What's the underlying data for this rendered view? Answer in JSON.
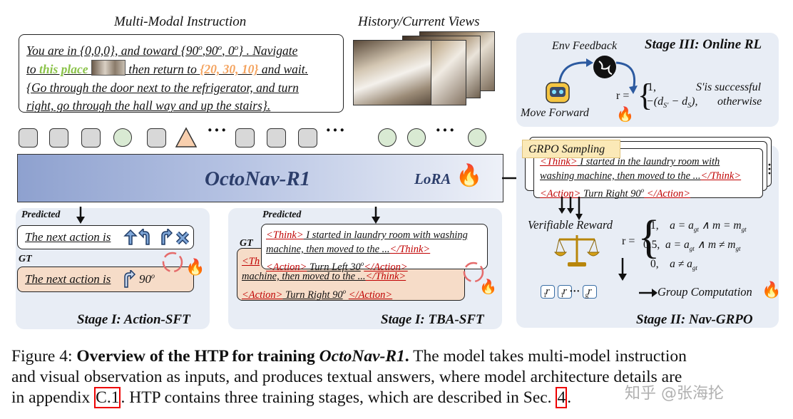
{
  "labels": {
    "multimodal_instruction": "Multi-Modal Instruction",
    "history_views": "History/Current Views"
  },
  "instruction": {
    "l1": "You are in {0,0,0}, and toward {90",
    "l1b": "o",
    "l1c": ",90",
    "l1d": "o",
    "l1e": ", 0",
    "l1f": "o",
    "l1g": "} . Navigate",
    "l2a": "to ",
    "l2b": "this place",
    "l2c": " then return to ",
    "l2d": "{20, 30, 10}",
    "l2e": " and wait.",
    "l3": "{Go through the door next to the refrigerator, and turn",
    "l4": "right, go through the hall way and up the stairs}."
  },
  "model": {
    "name": "OctoNav-R1",
    "lora": "LoRA"
  },
  "stage3": {
    "title": "Stage III: Online RL",
    "env_feedback": "Env Feedback",
    "move_forward": "Move Forward",
    "r_eq": "r =",
    "case1_val": "1,",
    "case1_cond": "S′is successful",
    "case2_val": "−(d",
    "case2_cond": "otherwise"
  },
  "stage2": {
    "title": "Stage II: Nav-GRPO",
    "grpo_sampling": "GRPO Sampling",
    "think_open": "<Think>",
    "think_text": " I started in the laundry room with",
    "think_text2": "washing machine, then moved to the ...",
    "think_close": "</Think>",
    "action_open": "<Action>",
    "action_text": " Turn Right 90",
    "action_close": " </Action>",
    "verifiable_reward": "Verifiable Reward",
    "r_eq": "r =",
    "c1_val": "1,",
    "c1_cond": "a = a",
    "c2_val": "0.5,",
    "c3_val": "0,",
    "r1": "r",
    "rg": "r",
    "group_computation": "Group Computation"
  },
  "stage1a": {
    "title": "Stage I: Action-SFT",
    "predicted": "Predicted",
    "gt": "GT",
    "next_action": "The next action is",
    "deg": "90"
  },
  "stage1b": {
    "title": "Stage I: TBA-SFT",
    "predicted": "Predicted",
    "gt": "GT",
    "pred_think_open": "<Think>",
    "pred_think_text": " I started in laundry room with washing",
    "pred_think_text2": "machine, then moved to the ...",
    "think_close": "</Think>",
    "pred_action_open": "<Action>",
    "pred_action_text": " Turn Left 30",
    "action_close": "</Action>",
    "gt_line2": "machine, then moved to the ...",
    "gt_action_text": " Turn Right 90"
  },
  "caption": {
    "fig": "Figure 4: ",
    "bold": "Overview of the HTP for training ",
    "bold_it": "OctoNav-R1",
    "bold_end": ".",
    "text1": " The model takes multi-model instruction",
    "line2": "and visual observation as inputs, and produces textual answers, where model architecture details are",
    "line3a": "in appendix ",
    "ref1": "C.1",
    "line3b": ". HTP contains three training stages, which are described in Sec. ",
    "ref2": "4",
    "line3c": "."
  },
  "watermark": "知乎 @张海抡",
  "colors": {
    "green": "#8bc34a",
    "orange": "#f4a460",
    "red": "#c00000",
    "panel": "#e8edf5",
    "model_bar": "#9fb0d6"
  }
}
